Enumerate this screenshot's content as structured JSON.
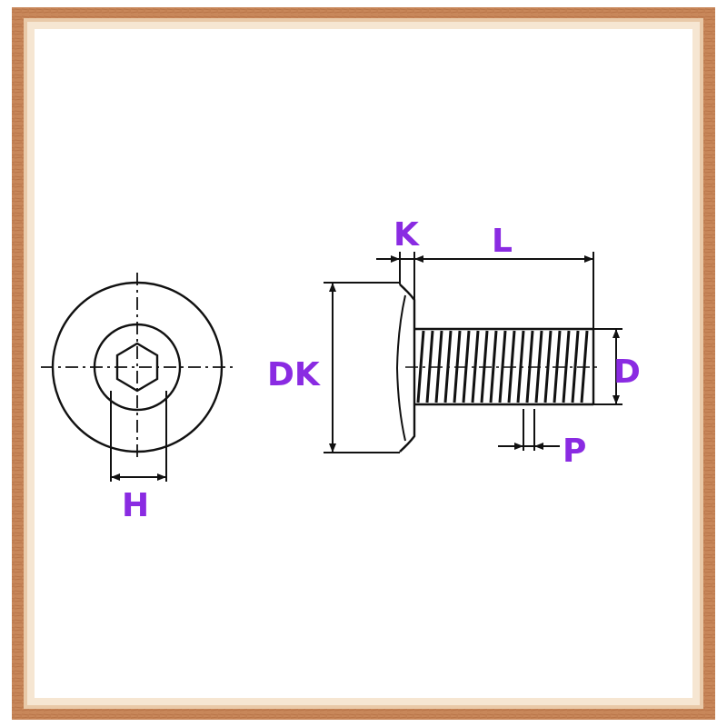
{
  "labels": {
    "k": "K",
    "l": "L",
    "dk": "DK",
    "d": "D",
    "p": "P",
    "h": "H"
  },
  "colors": {
    "label": "#8a2be2",
    "frame_outer": "#c8875a",
    "frame_inner": "#e9c9a8",
    "frame_highlight": "#f6e6d2",
    "line": "#111111",
    "background": "#ffffff"
  }
}
